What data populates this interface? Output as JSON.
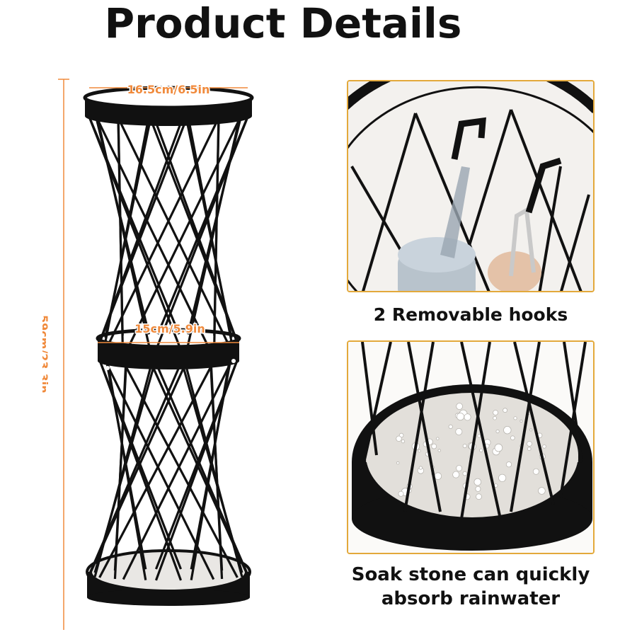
{
  "title": "Product Details",
  "dimensions": {
    "top_diameter": "16.5cm/6.5in",
    "middle_diameter": "15cm/5.9in",
    "height": "59cm/23.3in"
  },
  "features": [
    {
      "caption": "2 Removable hooks"
    },
    {
      "caption_line1": "Soak stone can quickly",
      "caption_line2": "absorb rainwater"
    }
  ],
  "colors": {
    "accent": "#e3a93b",
    "dimension": "#f08a3c",
    "frame": "#111111",
    "stone": "#d9d6d0"
  }
}
